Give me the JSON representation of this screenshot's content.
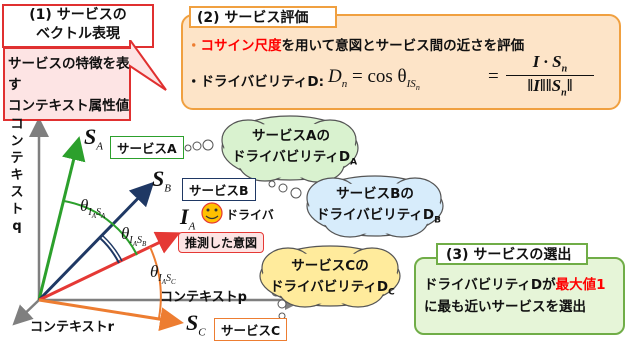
{
  "panel1": {
    "title_line1": "(1) サービスの",
    "title_line2": "ベクトル表現",
    "body_line1": "サービスの特徴を表す",
    "body_line2": "コンテキスト属性値"
  },
  "panel2": {
    "title": "(2) サービス評価",
    "bullet1_prefix": "・",
    "bullet1_highlight": "コサイン尺度",
    "bullet1_rest": "を用いて意図とサービス間の近さを評価",
    "bullet2_label": "・ドライバビリティD:",
    "formula_lhs": "D",
    "formula_lhs_sub": "n",
    "formula_eq1": "= cos θ",
    "formula_theta_sub": "IS",
    "formula_theta_subsub": "n",
    "formula_eq2": "=",
    "formula_num": "I · S",
    "formula_num_sub": "n",
    "formula_den": "‖I‖‖S",
    "formula_den_sub": "n",
    "formula_den_end": "‖"
  },
  "panel3": {
    "title": "(3) サービスの選出",
    "line1_prefix": "ドライバビリティDが",
    "line1_highlight": "最大値1",
    "line2": "に最も近いサービスを選出"
  },
  "axes": {
    "q_label": [
      "コ",
      "ン",
      "テ",
      "キ",
      "ス",
      "ト",
      "q"
    ],
    "p_label": "コンテキストp",
    "r_label": "コンテキストr"
  },
  "vectors": {
    "SA": "S",
    "SA_sub": "A",
    "SB": "S",
    "SB_sub": "B",
    "SC": "S",
    "SC_sub": "C",
    "IA": "I",
    "IA_sub": "A"
  },
  "angles": {
    "theta_A": "θ",
    "theta_A_sub": "I",
    "theta_A_sub2": "A",
    "theta_A_sub3": "S",
    "theta_A_sub4": "A",
    "theta_B": "θ",
    "theta_B_sub": "I",
    "theta_B_sub2": "A",
    "theta_B_sub3": "S",
    "theta_B_sub4": "B",
    "theta_C": "θ",
    "theta_C_sub": "I",
    "theta_C_sub2": "A",
    "theta_C_sub3": "S",
    "theta_C_sub4": "C"
  },
  "service_labels": {
    "A": "サービスA",
    "B": "サービスB",
    "C": "サービスC"
  },
  "driver": {
    "label": "ドライバ",
    "intent": "推測した意図"
  },
  "clouds": {
    "A_line1": "サービスAの",
    "A_line2": "ドライバビリティD",
    "A_sub": "A",
    "B_line1": "サービスBの",
    "B_line2": "ドライバビリティD",
    "B_sub": "B",
    "C_line1": "サービスCの",
    "C_line2": "ドライバビリティD",
    "C_sub": "C"
  },
  "colors": {
    "vector_A": "#2ca02c",
    "vector_B": "#1f3864",
    "vector_C": "#ed7d31",
    "vector_I": "#e53935",
    "axis": "#7f7f7f",
    "panel1_border": "#e03030",
    "panel2_bg": "#fde4c8",
    "panel2_border": "#f0a040",
    "panel3_bg": "#e6f5d8",
    "panel3_border": "#70ad47",
    "cloudA_bg": "#d9f2cf",
    "cloudB_bg": "#d7ecfb",
    "cloudC_bg": "#ffeb9c",
    "highlight": "#ff0000"
  }
}
